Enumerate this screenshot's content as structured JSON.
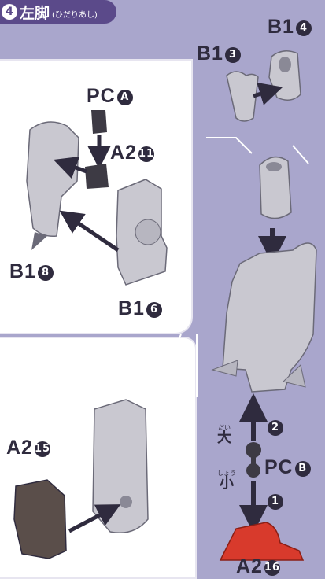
{
  "header": {
    "step_number": "4",
    "title": "左脚",
    "subtitle": "(ひだりあし)"
  },
  "parts": {
    "b1_4": {
      "code": "B1",
      "num": "4"
    },
    "b1_3": {
      "code": "B1",
      "num": "3"
    },
    "pc_a": {
      "code": "PC",
      "num": "A"
    },
    "a2_11": {
      "code": "A2",
      "num": "11"
    },
    "b1_8": {
      "code": "B1",
      "num": "8"
    },
    "b1_6": {
      "code": "B1",
      "num": "6"
    },
    "a2_15": {
      "code": "A2",
      "num": "15"
    },
    "pc_b": {
      "code": "PC",
      "num": "B"
    },
    "a2_16": {
      "code": "A2",
      "num": "16"
    }
  },
  "steps": {
    "step1": "1",
    "step2": "2"
  },
  "sizes": {
    "large": {
      "kanji": "大",
      "reading": "だい"
    },
    "small": {
      "kanji": "小",
      "reading": "しょう"
    }
  },
  "colors": {
    "background": "#a9a6cc",
    "header": "#5b4a8a",
    "part_gray": "#c9c8d0",
    "part_dark": "#5a4e4a",
    "part_red": "#d83a2c"
  }
}
